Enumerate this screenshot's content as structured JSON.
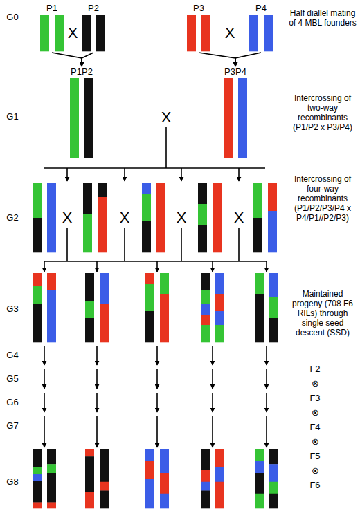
{
  "diagram": {
    "nodes": [
      {
        "text": [
          "P1"
        ]
      },
      {
        "text": [
          "P2"
        ]
      },
      {
        "text": [
          "P3"
        ]
      },
      {
        "text": [
          "P4"
        ]
      },
      {
        "text": [
          "P1P2"
        ]
      },
      {
        "text": [
          "P3P4"
        ]
      }
    ],
    "edges": [
      {
        "from": 0,
        "to": 4,
        "arrow": "to"
      },
      {
        "from": 1,
        "to": 4,
        "arrow": "to"
      },
      {
        "from": 2,
        "to": 5,
        "arrow": "to"
      },
      {
        "from": 3,
        "to": 5,
        "arrow": "to"
      }
    ],
    "labels": [
      "G0",
      "X",
      "X",
      "Half diallel mating of 4 MBL founders",
      "G1",
      "X",
      "Intercrossing of two-way recombinants (P1/P2 x P3/P4)",
      "G2",
      "X",
      "X",
      "X",
      "X",
      "Intercrossing of four-way recombinants (P1/P2/P3/P4 x P4/P1//P2/P3)",
      "G3",
      "Maintained progeny (708 F6 RILs) through single seed descent (SSD)",
      "G4",
      "G5",
      "G6",
      "G7",
      "G8",
      "F2",
      "⊗",
      "F3",
      "⊗",
      "F4",
      "⊗",
      "F5",
      "⊗",
      "F6"
    ]
  }
}
